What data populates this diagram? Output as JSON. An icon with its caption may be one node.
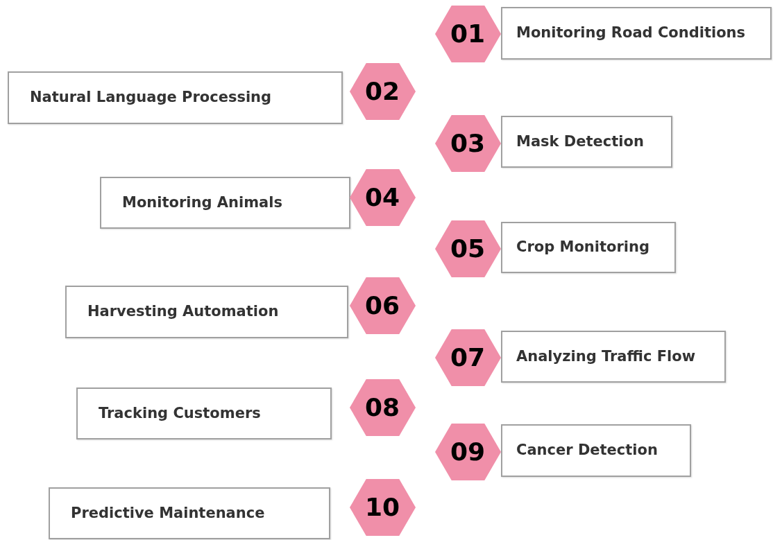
{
  "diagram": {
    "nodes": [
      {
        "text": [
          "01"
        ]
      },
      {
        "text": [
          "Monitoring Road Conditions"
        ]
      },
      {
        "text": [
          "Natural Language Processing"
        ]
      },
      {
        "text": [
          "02"
        ]
      },
      {
        "text": [
          "03"
        ]
      },
      {
        "text": [
          "Mask Detection"
        ]
      },
      {
        "text": [
          "Monitoring Animals"
        ]
      },
      {
        "text": [
          "04"
        ]
      },
      {
        "text": [
          "05"
        ]
      },
      {
        "text": [
          "Crop Monitoring"
        ]
      },
      {
        "text": [
          "Harvesting Automation"
        ]
      },
      {
        "text": [
          "06"
        ]
      },
      {
        "text": [
          "07"
        ]
      },
      {
        "text": [
          "Analyzing Traffic Flow"
        ]
      },
      {
        "text": [
          "Tracking Customers"
        ]
      },
      {
        "text": [
          "08"
        ]
      },
      {
        "text": [
          "09"
        ]
      },
      {
        "text": [
          "Cancer Detection"
        ]
      },
      {
        "text": [
          "Predictive Maintenance"
        ]
      },
      {
        "text": [
          "10"
        ]
      }
    ]
  }
}
